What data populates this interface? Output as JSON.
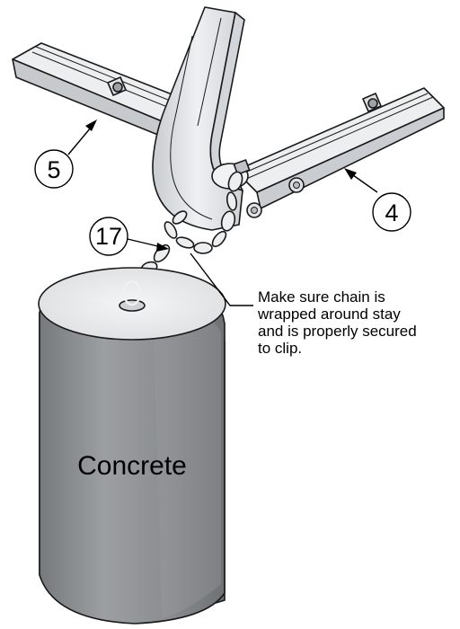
{
  "callouts": {
    "part_5": "5",
    "part_4": "4",
    "part_17": "17"
  },
  "note": {
    "lines": [
      "Make sure chain is",
      "wrapped around stay",
      "and is properly secured",
      "to clip."
    ]
  },
  "weight_label": "Concrete",
  "colors": {
    "line": "#1a1a1a",
    "metal_light": "#eef0f2",
    "metal_mid": "#d5d8dc",
    "metal_dark": "#a9adb2",
    "concrete_light": "#b9bcbf",
    "concrete_mid": "#8c8f92",
    "concrete_dark": "#6f7275"
  }
}
